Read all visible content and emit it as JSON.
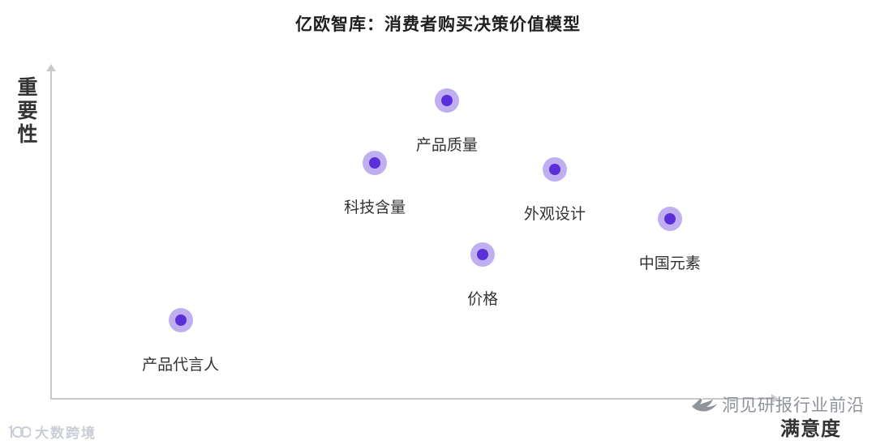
{
  "title": "亿欧智库：消费者购买决策价值模型",
  "axes": {
    "y_label": "重要性",
    "x_label": "满意度"
  },
  "colors": {
    "title_text": "#1f1f1f",
    "label_text": "#333333",
    "axis": "#c9c9c9",
    "dot_core": "#5a2fd8",
    "dot_halo": "#c0aff0",
    "watermark_left": "#c9ced6",
    "watermark_right": "#8e939c"
  },
  "chart_data": {
    "type": "scatter",
    "title": "亿欧智库：消费者购买决策价值模型",
    "xlabel": "满意度",
    "ylabel": "重要性",
    "xlim": [
      0,
      100
    ],
    "ylim": [
      0,
      100
    ],
    "axis_ticks": false,
    "gridlines": false,
    "legend": "none",
    "points": [
      {
        "label": "产品质量",
        "x": 55,
        "y": 91
      },
      {
        "label": "科技含量",
        "x": 45,
        "y": 72
      },
      {
        "label": "外观设计",
        "x": 70,
        "y": 70
      },
      {
        "label": "中国元素",
        "x": 86,
        "y": 55
      },
      {
        "label": "价格",
        "x": 60,
        "y": 44
      },
      {
        "label": "产品代言人",
        "x": 18,
        "y": 24
      }
    ]
  },
  "watermarks": {
    "bottom_left": "大数跨境",
    "bottom_right": "洞见研报行业前沿"
  }
}
